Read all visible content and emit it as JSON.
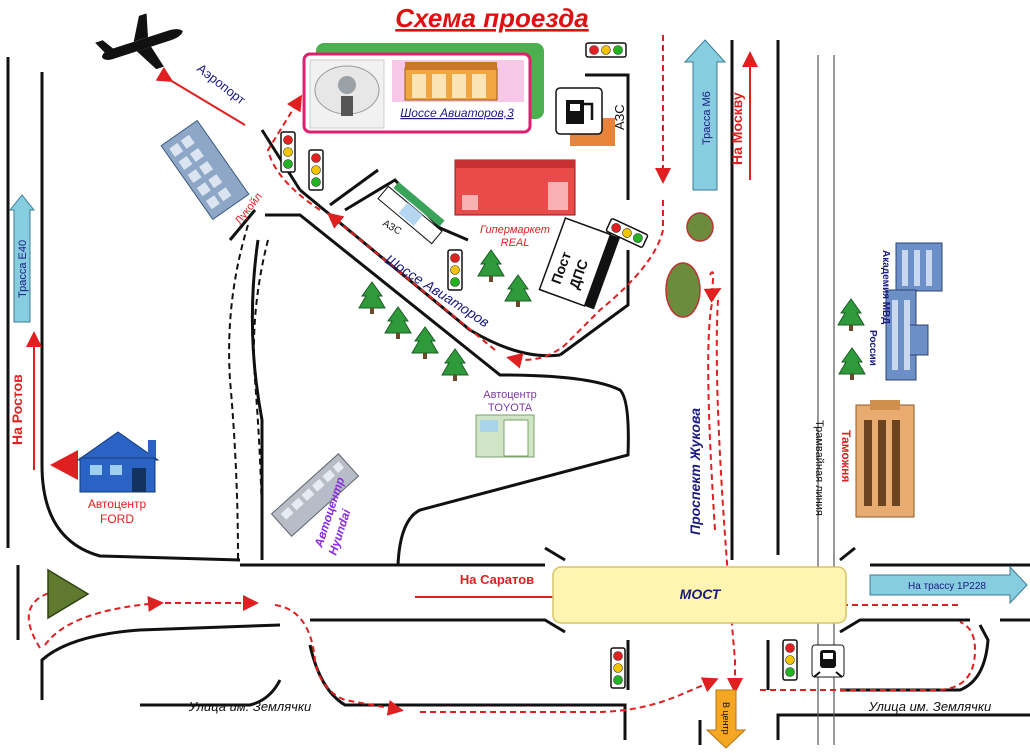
{
  "title": "Схема проезда",
  "destination": {
    "address": "Шоссе Авиаторов,3"
  },
  "labels": {
    "airport": "Аэропорт",
    "lukoil": "Лукойл",
    "azs_small": "АЗС",
    "azs_large": "АЗС",
    "hypermarket_line1": "Гипермаркет",
    "hypermarket_line2": "REAL",
    "dps_post_line1": "Пост",
    "dps_post_line2": "ДПС",
    "highway_aviatorov": "Шоссе Авиаторов",
    "toyota_line1": "Автоцентр",
    "toyota_line2": "TOYOTA",
    "hyundai_line1": "Автоцентр",
    "hyundai_line2": "Hyundai",
    "ford_line1": "Автоцентр",
    "ford_line2": "FORD",
    "to_rostov": "На Ростов",
    "route_e40": "Трасса Е40",
    "route_m6": "Трасса М6",
    "to_moscow": "На Москву",
    "mvd_line1": "Академия МВД",
    "mvd_line2": "России",
    "customs": "Таможня",
    "tram_line": "Трамвайная линия",
    "zhukova": "Проспект Жукова",
    "to_saratov": "На Саратов",
    "bridge": "МОСТ",
    "to_r228": "На трассу 1Р228",
    "zemlyachki_left": "Улица им. Землячки",
    "zemlyachki_right": "Улица им. Землячки",
    "to_center": "В центр"
  },
  "colors": {
    "route_red": "#e02020",
    "road_black": "#111111",
    "arrow_blue": "#87cde0",
    "title_red": "#e01010",
    "label_navy": "#1a1a80",
    "tree_green": "#2e9a3a",
    "bridge_fill": "#fff5b0"
  },
  "icons": [
    "airplane-icon",
    "traffic-light-icon",
    "fuel-pump-icon",
    "tree-icon",
    "house-icon",
    "tram-icon",
    "yield-triangle-icon"
  ]
}
